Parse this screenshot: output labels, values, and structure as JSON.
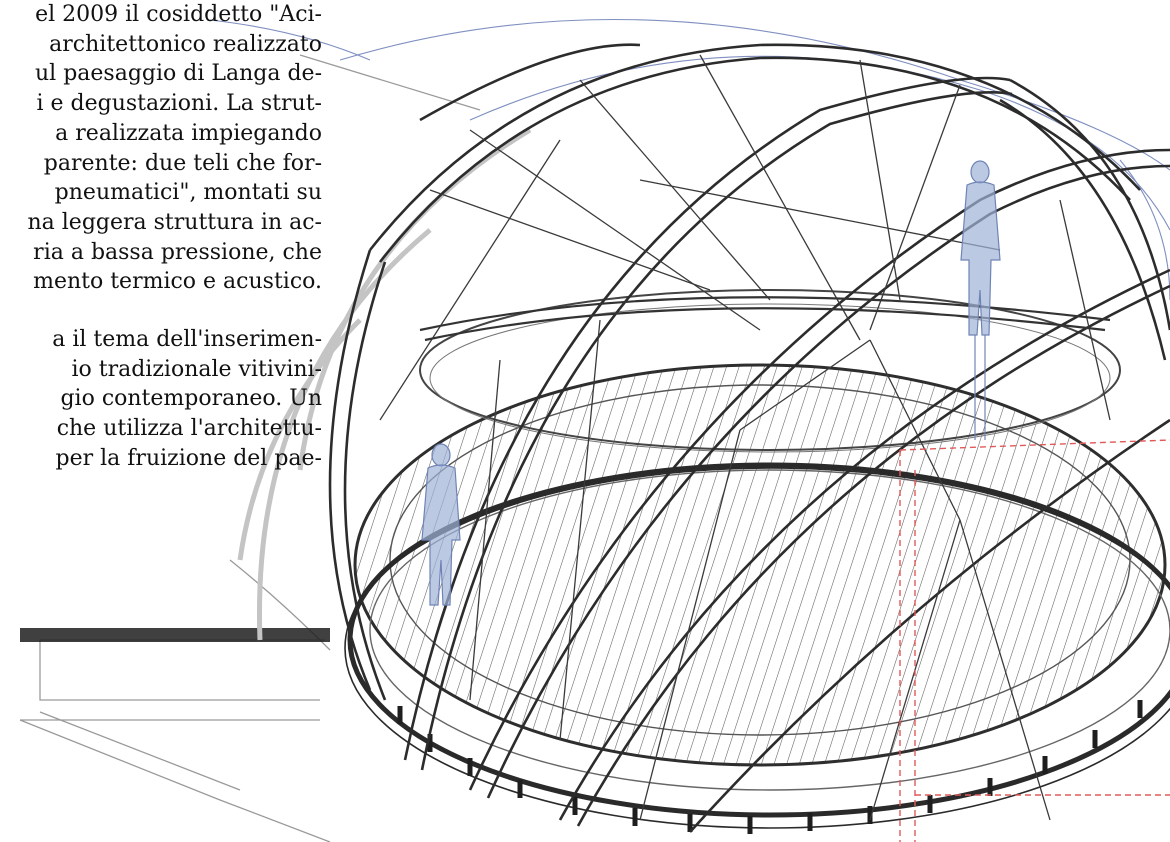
{
  "article": {
    "paragraph1": [
      "el 2009 il cosiddetto \"Aci-",
      "architettonico realizzato",
      "ul paesaggio di Langa de-",
      "i e degustazioni. La strut-",
      "a realizzata impiegando",
      "parente: due teli che for-",
      "pneumatici\", montati su",
      "na leggera struttura in ac-",
      "ria a bassa pressione, che",
      "mento termico e acustico."
    ],
    "paragraph2": [
      "a il tema dell'inserimen-",
      "io tradizionale vitivini-",
      "gio contemporaneo. Un",
      "che utilizza l'architettu-",
      "per la fruizione del pae-"
    ]
  },
  "colors": {
    "structure": "#3a3a3a",
    "structure_light": "#b8b8b8",
    "figures": "#9fb2d6",
    "overlay_lines": "#7f8fc0",
    "dashed_box": "#e05a5a"
  },
  "illustration": {
    "subject": "axonometric drawing of a geodesic-style dome with steel arches, hatched floor, and human silhouettes"
  }
}
